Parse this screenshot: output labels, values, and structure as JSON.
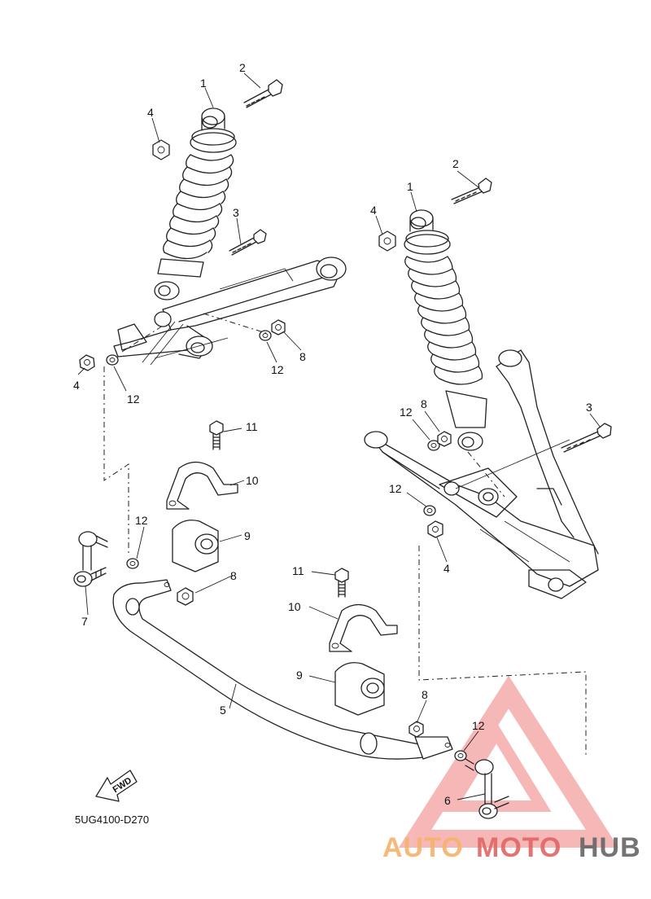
{
  "diagram_code": "5UG4100-D270",
  "fwd_label": "FWD",
  "watermark": {
    "part1": "AUTO",
    "part2": "MOTO",
    "part3": "HUB",
    "colors": {
      "part1": "#f6b26b",
      "part2": "#e06666",
      "part3": "#666666",
      "triangle": "#f4a0a0"
    }
  },
  "labels": {
    "l1a": "1",
    "l1b": "1",
    "l2a": "2",
    "l2b": "2",
    "l3a": "3",
    "l3b": "3",
    "l4a": "4",
    "l4b": "4",
    "l4c": "4",
    "l5": "5",
    "l6": "6",
    "l7": "7",
    "l8a": "8",
    "l8b": "8",
    "l8c": "8",
    "l8d": "8",
    "l9a": "9",
    "l9b": "9",
    "l10a": "10",
    "l10b": "10",
    "l11a": "11",
    "l11b": "11",
    "l12a": "12",
    "l12b": "12",
    "l12c": "12",
    "l12d": "12",
    "l12e": "12",
    "l12f": "12"
  }
}
